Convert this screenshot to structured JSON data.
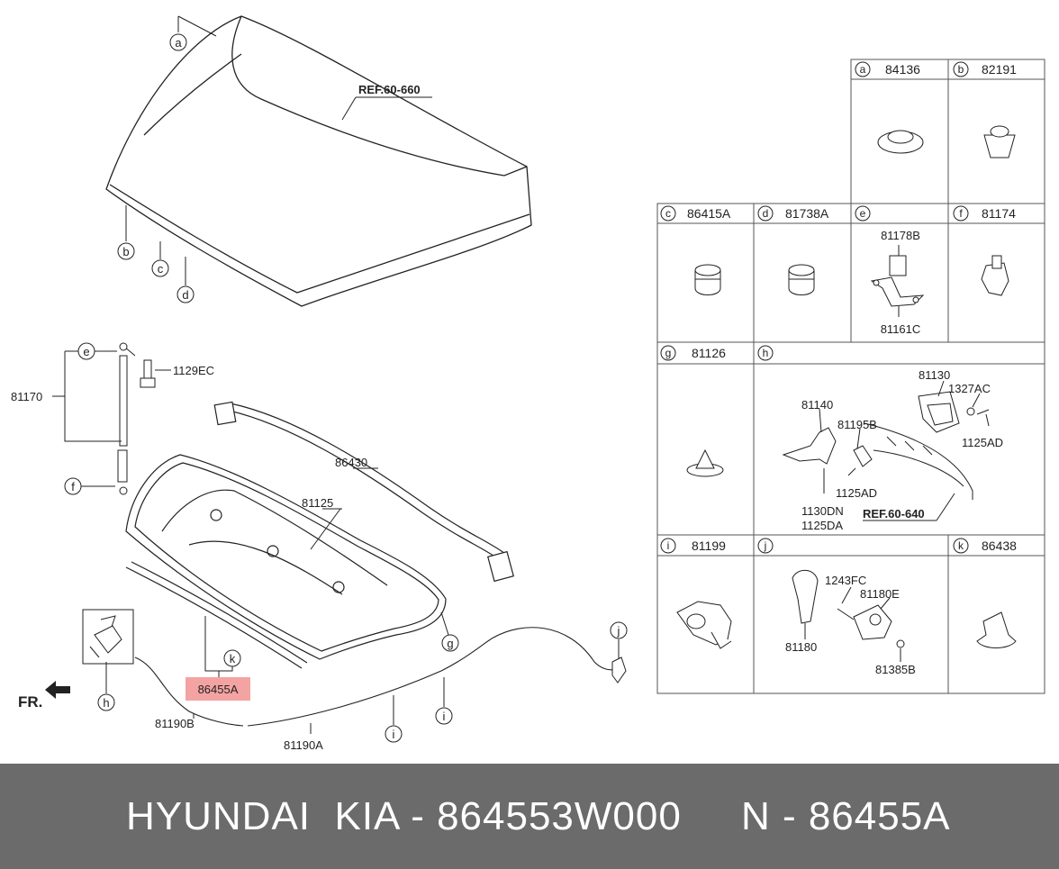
{
  "colors": {
    "line": "#222222",
    "highlight": "#f4a3a3",
    "footer_bg": "#6b6b6b",
    "footer_text": "#ffffff"
  },
  "refs": {
    "hood": "REF.60-660",
    "latch": "REF.60-640"
  },
  "direction": "FR.",
  "highlighted_part": "86455A",
  "callouts": {
    "a": "a",
    "b": "b",
    "c": "c",
    "d": "d",
    "e": "e",
    "f": "f",
    "g": "g",
    "h": "h",
    "i": "i",
    "j": "j",
    "k": "k"
  },
  "parts": {
    "p81170": "81170",
    "p1129EC": "1129EC",
    "p86430": "86430",
    "p81125": "81125",
    "p81190B": "81190B",
    "p81190A": "81190A"
  },
  "table": {
    "a": {
      "letter": "a",
      "code": "84136"
    },
    "b": {
      "letter": "b",
      "code": "82191"
    },
    "c": {
      "letter": "c",
      "code": "86415A"
    },
    "d": {
      "letter": "d",
      "code": "81738A"
    },
    "e": {
      "letter": "e",
      "sub_top": "81178B",
      "sub_bottom": "81161C"
    },
    "f": {
      "letter": "f",
      "code": "81174"
    },
    "g": {
      "letter": "g",
      "code": "81126"
    },
    "h": {
      "letter": "h",
      "p81130": "81130",
      "p1327AC": "1327AC",
      "p81140": "81140",
      "p81195B": "81195B",
      "p1125AD_r": "1125AD",
      "p1125AD_m": "1125AD",
      "p1130DN": "1130DN",
      "p1125DA": "1125DA"
    },
    "i": {
      "letter": "i",
      "code": "81199"
    },
    "j": {
      "letter": "j",
      "p1243FC": "1243FC",
      "p81180E": "81180E",
      "p81180": "81180",
      "p81385B": "81385B"
    },
    "k": {
      "letter": "k",
      "code": "86438"
    }
  },
  "footer": "HYUNDAI  KIA - 864553W000     N - 86455A"
}
